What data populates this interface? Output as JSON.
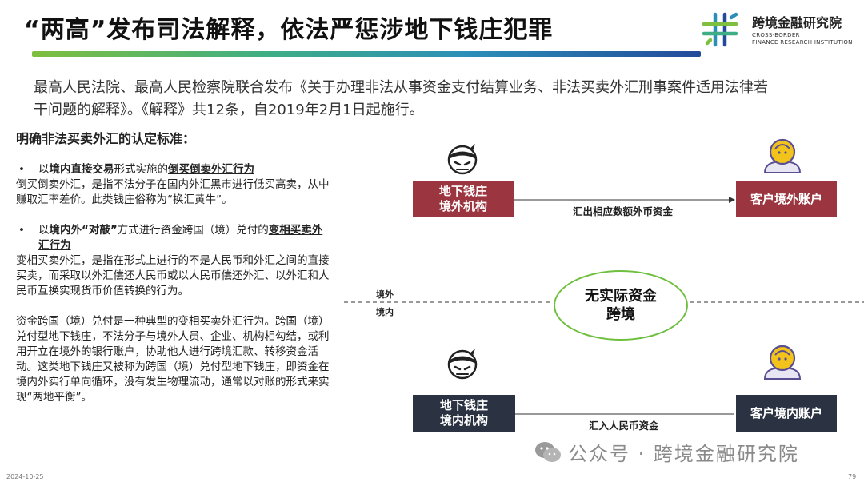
{
  "title": "“两高”发布司法解释，依法严惩涉地下钱庄犯罪",
  "logo": {
    "name_cn": "跨境金融研究院",
    "name_en_line1": "CROSS-BORDER",
    "name_en_line2": "FINANCE RESEARCH INSTITUTION"
  },
  "intro": "最高人民法院、最高人民检察院联合发布《关于办理非法从事资金支付结算业务、非法买卖外汇刑事案件适用法律若干问题的解释》。《解释》共12条，自2019年2月1日起施行。",
  "left": {
    "heading": "明确非法买卖外汇的认定标准：",
    "b1": {
      "p1": "以",
      "p2": "境内直接交易",
      "p3": "形式实施的",
      "p4": "倒买倒卖外汇行为"
    },
    "b1_text": "倒买倒卖外汇，是指不法分子在国内外汇黑市进行低买高卖，从中赚取汇率差价。此类钱庄俗称为“换汇黄牛”。",
    "b2": {
      "p1": "以",
      "p2": "境内外“对敲”",
      "p3": "方式进行资金跨国（境）兑付的",
      "p4": "变相买卖外汇行为"
    },
    "b2_text": "变相买卖外汇，是指在形式上进行的不是人民币和外汇之间的直接买卖，而采取以外汇偿还人民币或以人民币偿还外汇、以外汇和人民币互换实现货币价值转换的行为。",
    "para3": "资金跨国（境）兑付是一种典型的变相买卖外汇行为。跨国（境）兑付型地下钱庄，不法分子与境外人员、企业、机构相勾结，或利用开立在境外的银行账户，协助他人进行跨境汇款、转移资金活动。这类地下钱庄又被称为跨国（境）兑付型地下钱庄，即资金在境内外实行单向循环，没有发生物理流动，通常以对账的形式来实现“两地平衡”。"
  },
  "diagram": {
    "top_left_box": "地下钱庄\n境外机构",
    "top_right_box": "客户境外账户",
    "top_flow": "汇出相应数额外币资金",
    "label_overseas": "境外",
    "label_domestic": "境内",
    "center_ellipse": "无实际资金\n跨境",
    "bottom_left_box": "地下钱庄\n境内机构",
    "bottom_right_box": "客户境内账户",
    "bottom_flow": "汇入人民币资金",
    "colors": {
      "red_box": "#9b3640",
      "navy_box": "#2b3242",
      "ellipse_border": "#6fbf3f",
      "avatar_yellow": "#f2c41b",
      "avatar_purple": "#5a4e92"
    }
  },
  "watermark": "公众号 · 跨境金融研究院",
  "footer": {
    "date": "2024-10-25",
    "page": "79"
  }
}
